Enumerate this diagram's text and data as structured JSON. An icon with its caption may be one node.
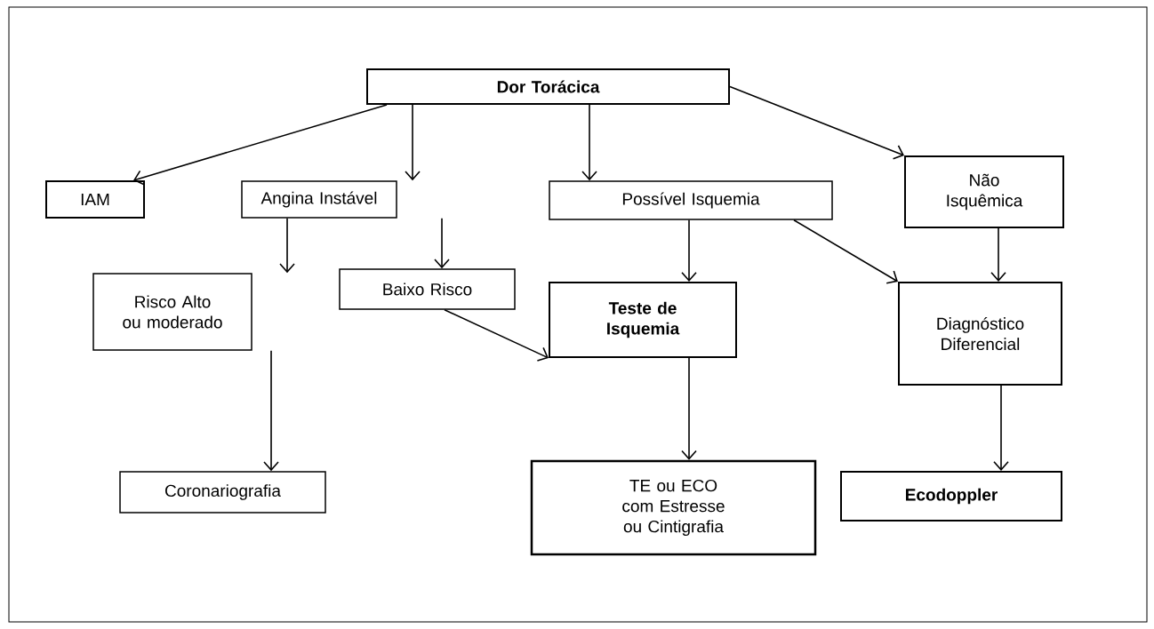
{
  "diagram": {
    "nodes": [
      {
        "text": [
          "Dor Torácica"
        ]
      },
      {
        "text": [
          "IAM"
        ]
      },
      {
        "text": [
          "Angina Instável"
        ]
      },
      {
        "text": [
          "Possível Isquemia"
        ]
      },
      {
        "text": [
          "Não Isquêmica"
        ]
      },
      {
        "text": [
          "Risco Alto ou moderado"
        ]
      },
      {
        "text": [
          "Baixo Risco"
        ]
      },
      {
        "text": [
          "Teste de Isquemia"
        ]
      },
      {
        "text": [
          "Diagnóstico Diferencial"
        ]
      },
      {
        "text": [
          "Coronariografia"
        ]
      },
      {
        "text": [
          "TE ou ECO com Estresse ou Cintigrafia"
        ]
      },
      {
        "text": [
          "Ecodoppler"
        ]
      }
    ],
    "edges": [
      {
        "from": 0,
        "to": 1,
        "arrow": "to"
      },
      {
        "from": 0,
        "to": 2,
        "arrow": "to"
      },
      {
        "from": 0,
        "to": 3,
        "arrow": "to"
      },
      {
        "from": 0,
        "to": 4,
        "arrow": "to"
      },
      {
        "from": 2,
        "to": 5,
        "arrow": "to"
      },
      {
        "from": 2,
        "to": 6,
        "arrow": "to"
      },
      {
        "from": 6,
        "to": 7,
        "arrow": "to"
      },
      {
        "from": 3,
        "to": 7,
        "arrow": "to"
      },
      {
        "from": 3,
        "to": 8,
        "arrow": "to"
      },
      {
        "from": 4,
        "to": 8,
        "arrow": "to"
      },
      {
        "from": 7,
        "to": 10,
        "arrow": "to"
      },
      {
        "from": 5,
        "to": 9,
        "arrow": "to"
      },
      {
        "from": 8,
        "to": 11,
        "arrow": "to"
      }
    ]
  }
}
